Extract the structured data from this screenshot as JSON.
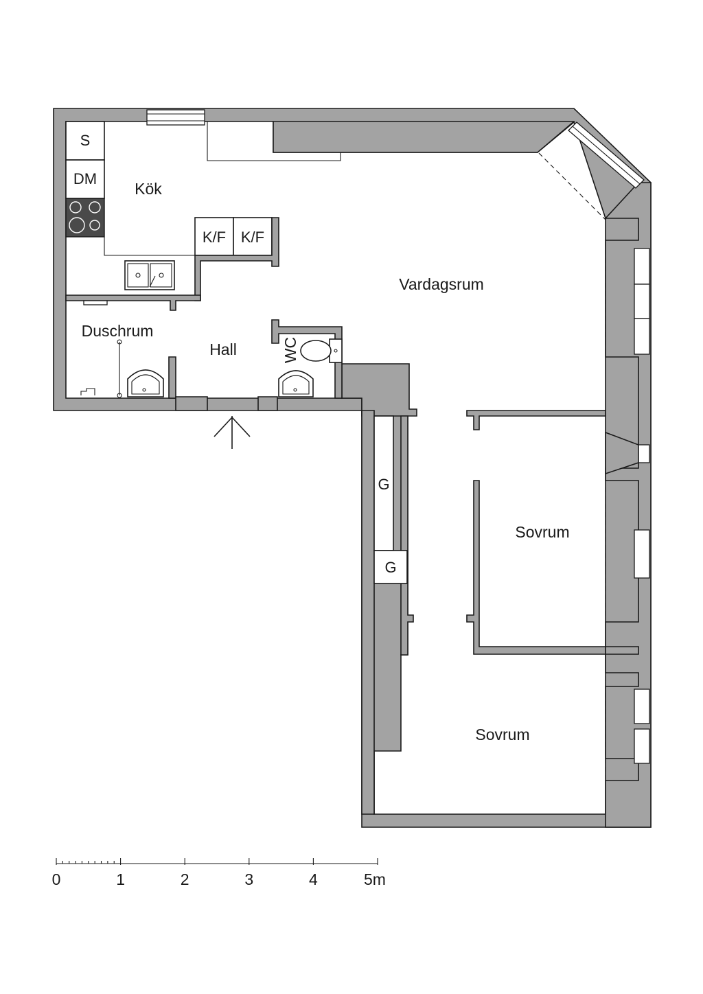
{
  "rooms": {
    "kitchen": "Kök",
    "living": "Vardagsrum",
    "shower": "Duschrum",
    "hall": "Hall",
    "wc": "WC",
    "bedroom1": "Sovrum",
    "bedroom2": "Sovrum"
  },
  "fixtures": {
    "s": "S",
    "dm": "DM",
    "kf1": "K/F",
    "kf2": "K/F",
    "g1": "G",
    "g2": "G"
  },
  "scale": {
    "labels": [
      "0",
      "1",
      "2",
      "3",
      "4",
      "5m"
    ]
  },
  "colors": {
    "wall": "#a3a3a3",
    "line": "#1a1a1a",
    "stove": "#4a4a4a"
  }
}
